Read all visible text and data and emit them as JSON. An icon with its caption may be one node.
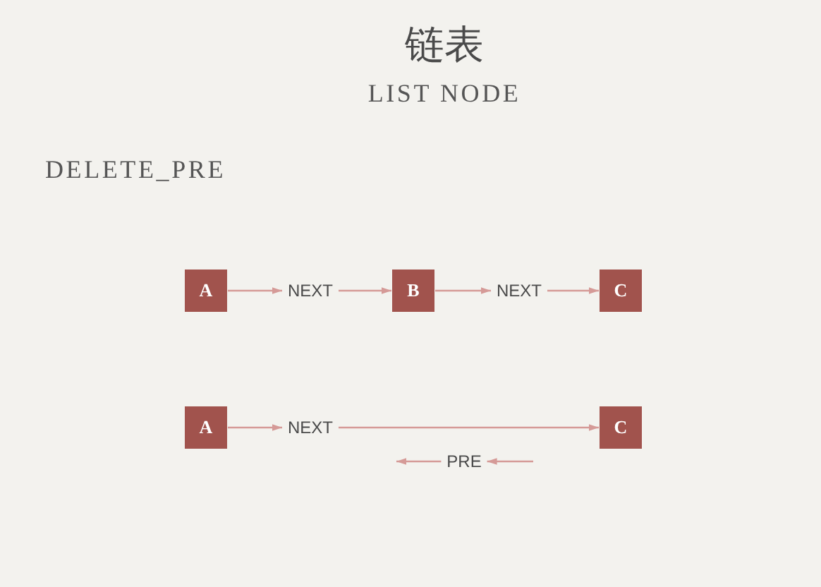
{
  "diagram": {
    "title": "链表",
    "nodes": [
      {
        "text": [
          "A"
        ]
      },
      {
        "text": [
          "NEXT"
        ]
      },
      {
        "text": [
          "B"
        ]
      },
      {
        "text": [
          "NEXT"
        ]
      },
      {
        "text": [
          "C"
        ]
      },
      {
        "text": [
          "A"
        ]
      },
      {
        "text": [
          "NEXT"
        ]
      },
      {
        "text": [
          "C"
        ]
      },
      {
        "text": [
          "PRE"
        ]
      }
    ],
    "edges": [
      {
        "from": 0,
        "to": 1,
        "arrow": "to"
      },
      {
        "from": 1,
        "to": 2,
        "arrow": "to"
      },
      {
        "from": 2,
        "to": 3,
        "arrow": "to"
      },
      {
        "from": 3,
        "to": 4,
        "arrow": "to"
      },
      {
        "from": 5,
        "to": 6,
        "arrow": "to"
      },
      {
        "from": 6,
        "to": 7,
        "arrow": "to"
      },
      {
        "from": null,
        "to": 8,
        "arrow": "to"
      },
      {
        "from": 8,
        "to": null,
        "arrow": "to"
      }
    ],
    "labels": [
      "LIST NODE",
      "DELETE_PRE"
    ]
  }
}
